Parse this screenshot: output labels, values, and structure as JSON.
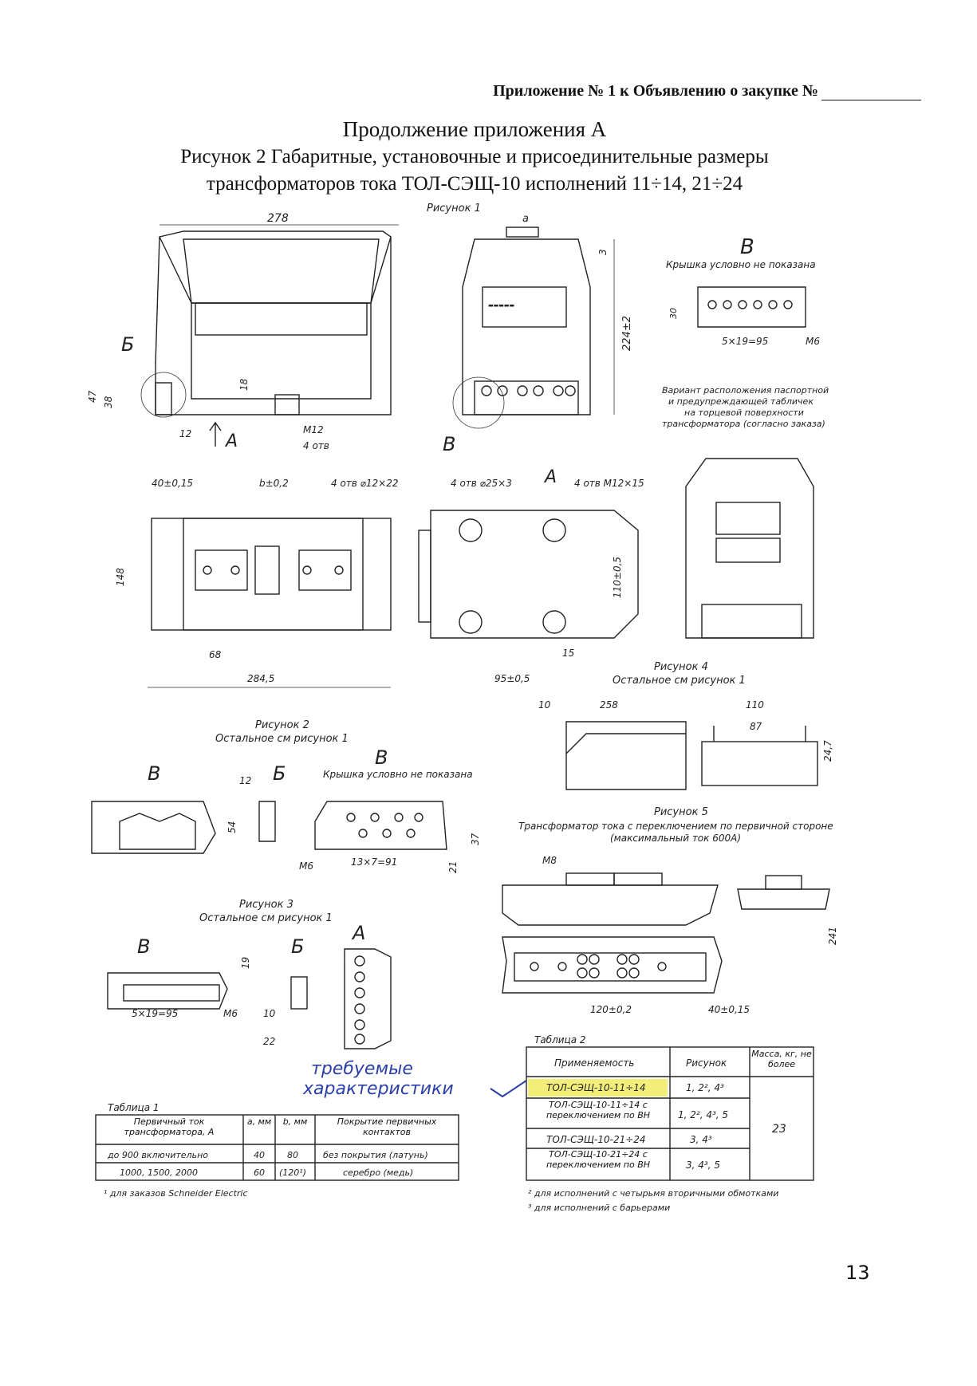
{
  "header": {
    "text": "Приложение № 1 к Объявлению о закупке №"
  },
  "title": {
    "line1": "Продолжение приложения А",
    "line2": "Рисунок 2 Габаритные, установочные и присоединительные размеры",
    "line3": "трансформаторов тока ТОЛ-СЭЩ-10 исполнений 11÷14, 21÷24"
  },
  "fig1": {
    "caption": "Рисунок 1",
    "dims": {
      "d278": "278",
      "d47": "47",
      "d38": "38",
      "d12": "12",
      "d18": "18",
      "m12": "М12",
      "m12b": "4 отв",
      "d224": "224±2",
      "a": "a",
      "d3": "3",
      "d30": "30",
      "d95": "5×19=95",
      "m6": "М6",
      "d40": "40±0,15",
      "b": "b±0,2",
      "holes1": "4 отв ⌀12×22",
      "d148": "148",
      "d68": "68",
      "d284": "284,5",
      "holes2": "4 отв ⌀25×3",
      "holes3": "4 отв М12×15",
      "d110": "110±0,5",
      "d95b": "95±0,5",
      "d15": "15"
    },
    "labels": {
      "B": "Б",
      "A": "А",
      "V": "В",
      "V2": "В",
      "A2": "А"
    },
    "cover_note": "Крышка условно не показана",
    "variant_note": [
      "Вариант расположения паспортной",
      "и предупреждающей табличек",
      "на торцевой поверхности",
      "трансформатора (согласно заказа)"
    ]
  },
  "fig2": {
    "caption": "Рисунок 2",
    "sub": "Остальное см рисунок 1",
    "V": "В",
    "B": "Б",
    "V2": "В",
    "cover": "Крышка условно не показана",
    "d12": "12",
    "d54": "54",
    "m6": "М6",
    "d13": "13×7=91",
    "d37": "37",
    "d21": "21"
  },
  "fig3": {
    "caption": "Рисунок 3",
    "sub": "Остальное см рисунок 1",
    "V": "В",
    "B": "Б",
    "A": "А",
    "d95": "5×19=95",
    "m6": "М6",
    "d19": "19",
    "d10": "10",
    "d22": "22"
  },
  "fig4": {
    "caption": "Рисунок 4",
    "sub": "Остальное см рисунок 1",
    "d10": "10",
    "d258": "258",
    "d110": "110",
    "d87": "87",
    "d247": "24,7"
  },
  "fig5": {
    "caption": "Рисунок 5",
    "sub": [
      "Трансформатор тока с переключением по первичной стороне",
      "(максимальный ток 600А)"
    ],
    "m8": "М8",
    "d241": "241",
    "d120": "120±0,2",
    "d40": "40±0,15"
  },
  "table1": {
    "caption": "Таблица 1",
    "headers": [
      "Первичный ток трансформатора, А",
      "a, мм",
      "b, мм",
      "Покрытие первичных контактов"
    ],
    "rows": [
      [
        "до 900 включительно",
        "40",
        "80",
        "без покрытия (латунь)"
      ],
      [
        "1000, 1500, 2000",
        "60",
        "(120¹)",
        "серебро (медь)"
      ]
    ],
    "footnote": "¹ для заказов Schneider Electric"
  },
  "table2": {
    "caption": "Таблица 2",
    "headers": [
      "Применяемость",
      "Рисунок",
      "Масса, кг, не более"
    ],
    "rows": [
      [
        "ТОЛ-СЭЩ-10-11÷14",
        "1, 2², 4³"
      ],
      [
        "ТОЛ-СЭЩ-10-11÷14 с переключением по ВН",
        "1, 2², 4³, 5"
      ],
      [
        "ТОЛ-СЭЩ-10-21÷24",
        "3, 4³"
      ],
      [
        "ТОЛ-СЭЩ-10-21÷24 с переключением по ВН",
        "3, 4³, 5"
      ]
    ],
    "mass": "23",
    "footnote1": "² для исполнений с четырьмя вторичными обмотками",
    "footnote2": "³ для исполнений с барьерами"
  },
  "handwriting": [
    "требуемые",
    "характеристики"
  ],
  "colors": {
    "highlight": "#f3ee7a",
    "ink": "#2b3fa8"
  },
  "page_number": "13"
}
